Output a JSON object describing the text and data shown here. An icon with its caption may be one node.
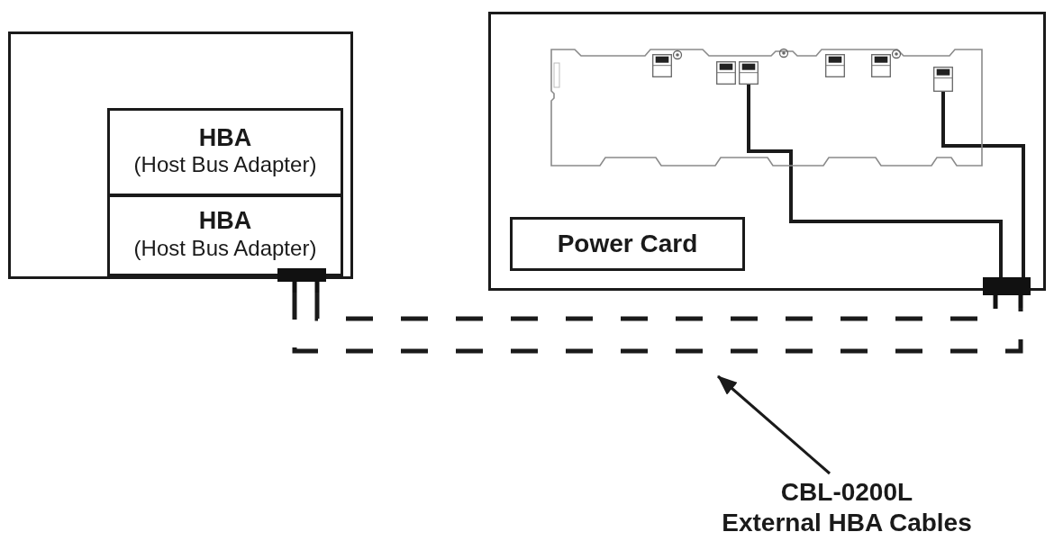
{
  "diagram": {
    "nodes": [
      {
        "text": [],
        "shape": "box"
      },
      {
        "text": [
          "HBA",
          "(Host Bus Adapter)"
        ],
        "in": 0
      },
      {
        "text": [
          "HBA",
          "(Host Bus Adapter)"
        ],
        "in": 0
      },
      {
        "text": [],
        "shape": "box"
      },
      {
        "text": [],
        "shape": "box"
      },
      {
        "text": [],
        "shape": "picture",
        "in": 4
      },
      {
        "text": [],
        "shape": "box",
        "in": 5
      },
      {
        "text": [],
        "shape": "box",
        "in": 5
      },
      {
        "text": [],
        "shape": "box",
        "in": 5
      },
      {
        "text": [],
        "shape": "box",
        "in": 5
      },
      {
        "text": [],
        "shape": "box",
        "in": 5
      },
      {
        "text": [],
        "shape": "box",
        "in": 5
      },
      {
        "text": [
          "Power Card"
        ],
        "in": 4
      },
      {
        "text": [],
        "shape": "box"
      },
      {
        "text": [
          "CBL-0200L",
          "External HBA Cables"
        ]
      }
    ],
    "edges": [
      {
        "from": 8,
        "to": 13,
        "arrow": "none"
      },
      {
        "from": 11,
        "to": 13,
        "arrow": "none"
      },
      {
        "from": 3,
        "to": 13,
        "arrow": "none",
        "style": "dashed"
      },
      {
        "from": 3,
        "to": 13,
        "arrow": "none",
        "style": "dashed"
      },
      {
        "from": 14,
        "to": null,
        "arrow": "to"
      }
    ]
  }
}
